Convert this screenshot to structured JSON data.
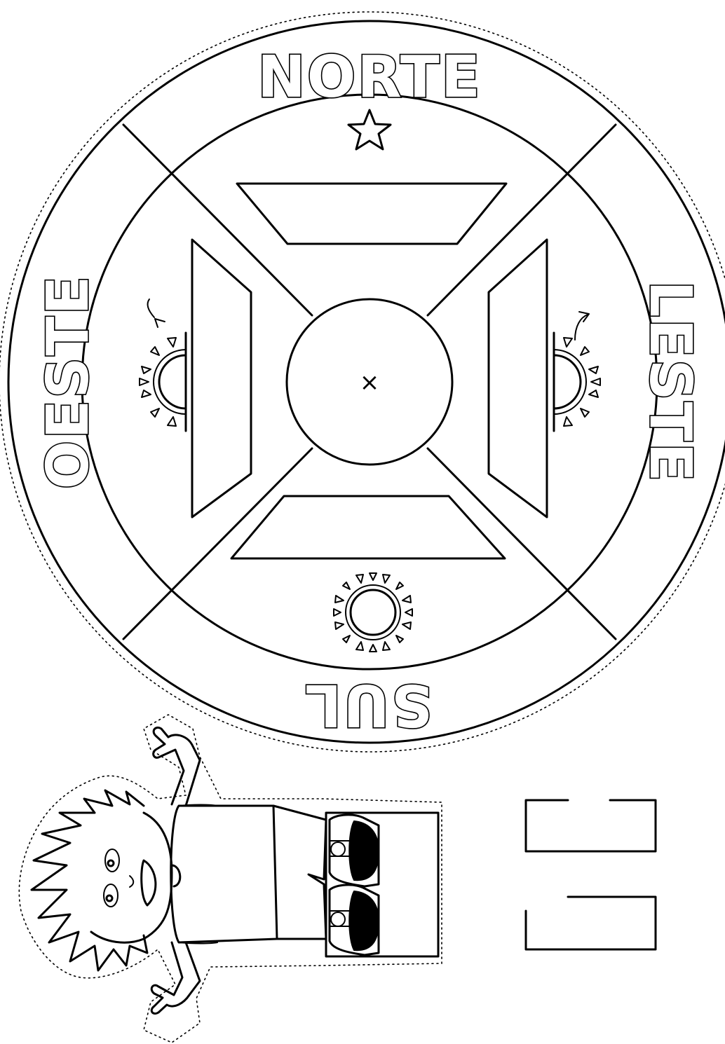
{
  "compass": {
    "north": "NORTE",
    "east": "LESTE",
    "south": "SUL",
    "west": "OESTE",
    "center_mark": "×"
  },
  "icons": {
    "north_symbol": "star-icon",
    "south_symbol": "sun-icon",
    "east_symbol": "rising-sun-icon",
    "west_symbol": "setting-sun-icon"
  },
  "colors": {
    "line": "#000000",
    "paper": "#ffffff"
  }
}
